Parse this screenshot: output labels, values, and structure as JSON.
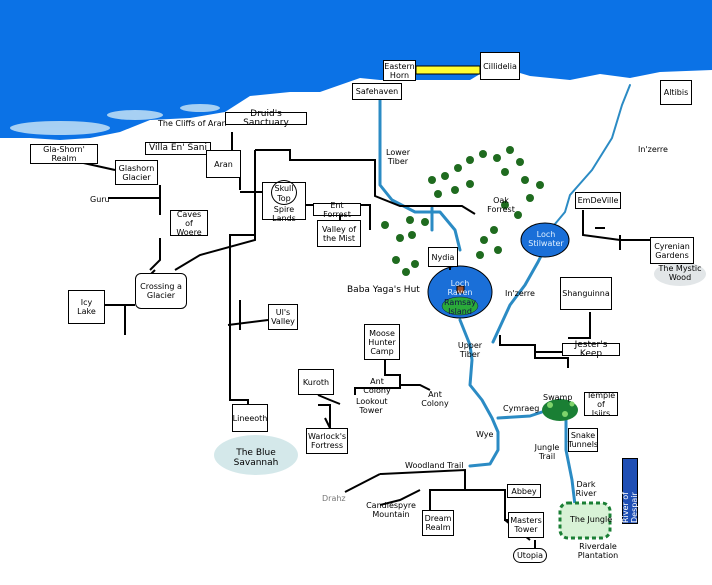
{
  "colors": {
    "sea": "#0b72e6",
    "river": "#2b8bc4",
    "lake": "#1a6fd8",
    "road": "#000000",
    "tree": "#1f6b1f",
    "swamp": "#2a8f3a",
    "highlight": "#ffff33"
  },
  "places": {
    "eastern_horn": "Eastern Horn",
    "cillidelia": "Cillidelia",
    "safehaven": "Safehaven",
    "altibis": "Altibis",
    "druids_sanctuary": "Druid's Sanctuary",
    "cliffs_of_aran": "The Cliffs of Aran",
    "villa_en_sani": "Villa En' Sani",
    "gla_shorn_realm": "Gla-Shorn' Realm",
    "glashorn_glacier": "Glashorn Glacier",
    "aran": "Aran",
    "guru": "Guru",
    "skull_top": "Skull Top",
    "spire_lands": "Spire Lands",
    "lower_tiber": "Lower Tiber",
    "inzerre_north": "In'zerre",
    "caves_of_woere": "Caves of Woere",
    "ent_forrest": "Ent Forrest",
    "valley_of_the_mist": "Valley of the Mist",
    "oak_forrest": "Oak Forrest",
    "emdeville": "EmDeVille",
    "loch_stilwater": "Loch Stilwater",
    "cyrenian_gardens": "Cyrenian Gardens",
    "mystic_wood": "The Mystic Wood",
    "nydia": "Nydia",
    "crossing_glacier": "Crossing a Glacier",
    "icy_lake": "Icy Lake",
    "baba_yagas_hut": "Baba Yaga's Hut",
    "loch_raven": "Loch Raven",
    "ramsay_island": "Ramsay Island",
    "inzerre_south": "In'zerre",
    "shanguinna": "Shanguinna",
    "uls_valley": "Ul's Valley",
    "moose_hunter_camp": "Moose Hunter Camp",
    "upper_tiber": "Upper Tiber",
    "jesters_keep": "Jester's Keep",
    "kuroth": "Kuroth",
    "ant_colony_1": "Ant Colony",
    "ant_colony_2": "Ant Colony",
    "lookout_tower": "Lookout Tower",
    "swamp": "Swamp",
    "temple_of_isiirs": "Temple of Isiirs",
    "lineeoth": "Lineeoth",
    "cymraeg": "Cymraeg",
    "warlocks_fortress": "Warlock's Fortress",
    "snake_tunnels": "Snake Tunnels",
    "wye": "Wye",
    "blue_savannah": "The Blue Savannah",
    "jungle_trail": "Jungle Trail",
    "woodland_trail": "Woodland Trail",
    "dark_river": "Dark River",
    "river_of_despair": "River of Despair",
    "drahz": "Drahz",
    "abbey": "Abbey",
    "candlespyre_mountain": "Candlespyre Mountain",
    "the_jungle": "The Jungle",
    "dream_realm": "Dream Realm",
    "masters_tower": "Masters Tower",
    "riverdale_plantation": "Riverdale Plantation",
    "utopia": "Utopia"
  }
}
